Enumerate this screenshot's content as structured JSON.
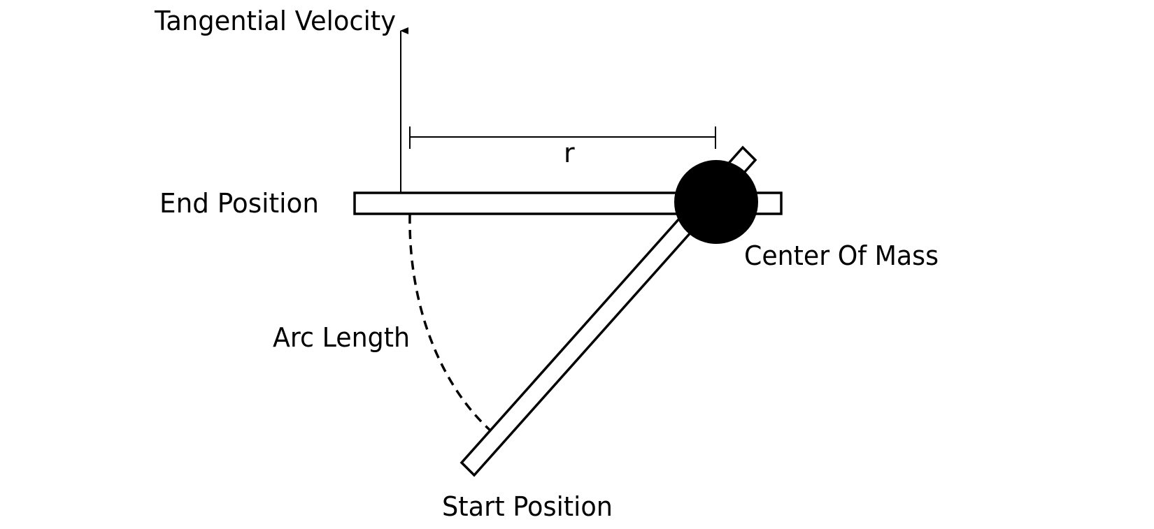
{
  "labels": {
    "tangential_velocity": "Tangential Velocity",
    "radius": "r",
    "end_position": "End Position",
    "center_of_mass": "Center Of Mass",
    "arc_length": "Arc Length",
    "start_position": "Start Position"
  },
  "colors": {
    "stroke": "#000000",
    "fill": "#ffffff",
    "mass": "#000000"
  }
}
